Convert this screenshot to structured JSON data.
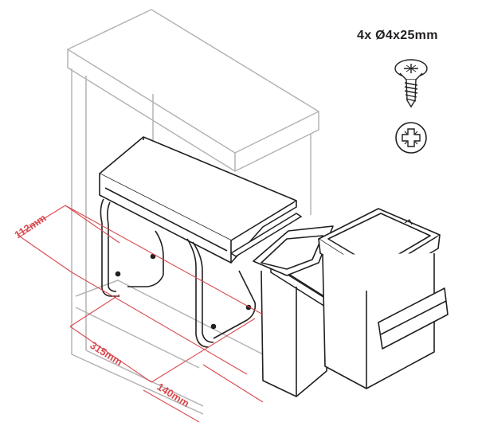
{
  "hardware": {
    "screw_label": "4x Ø4x25mm"
  },
  "dimensions": {
    "depth": "112mm",
    "width": "315mm",
    "side_offset": "140mm"
  },
  "icons": [
    "screw-icon",
    "pozidriv-head-icon"
  ],
  "colors": {
    "dimension": "#d94a4f",
    "cabinet": "#b4b4b4",
    "bin": "#231f20"
  }
}
